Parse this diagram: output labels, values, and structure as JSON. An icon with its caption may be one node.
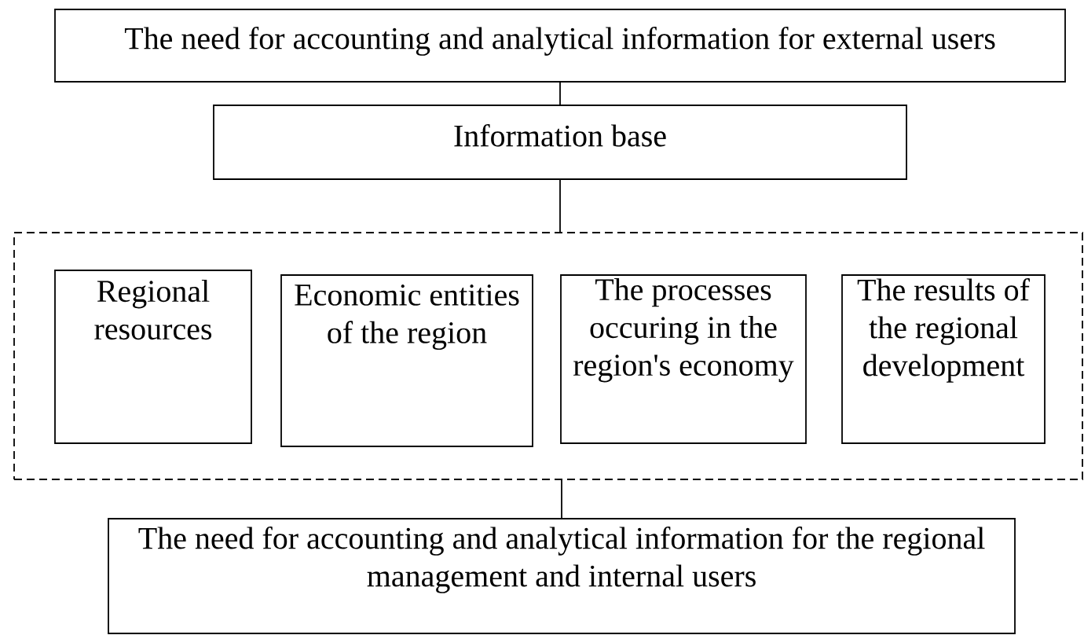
{
  "diagram": {
    "nodes": [
      {
        "text": [
          "The need for accounting and analytical information for external users"
        ]
      },
      {
        "text": [
          "Information base"
        ]
      },
      {
        "text": [],
        "shape": "box"
      },
      {
        "text": [
          "Regional resources"
        ],
        "in": 2
      },
      {
        "text": [
          "Economic entities of the region"
        ],
        "in": 2
      },
      {
        "text": [
          "The processes occuring in the region's economy"
        ],
        "in": 2
      },
      {
        "text": [
          "The results of the regional development"
        ],
        "in": 2
      },
      {
        "text": [
          "The need for accounting and analytical information for the regional management and internal users"
        ]
      }
    ],
    "edges": [
      {
        "from": 0,
        "to": 1,
        "arrow": "none"
      },
      {
        "from": 1,
        "to": 2,
        "arrow": "none"
      },
      {
        "from": 2,
        "to": 7,
        "arrow": "none"
      }
    ]
  }
}
